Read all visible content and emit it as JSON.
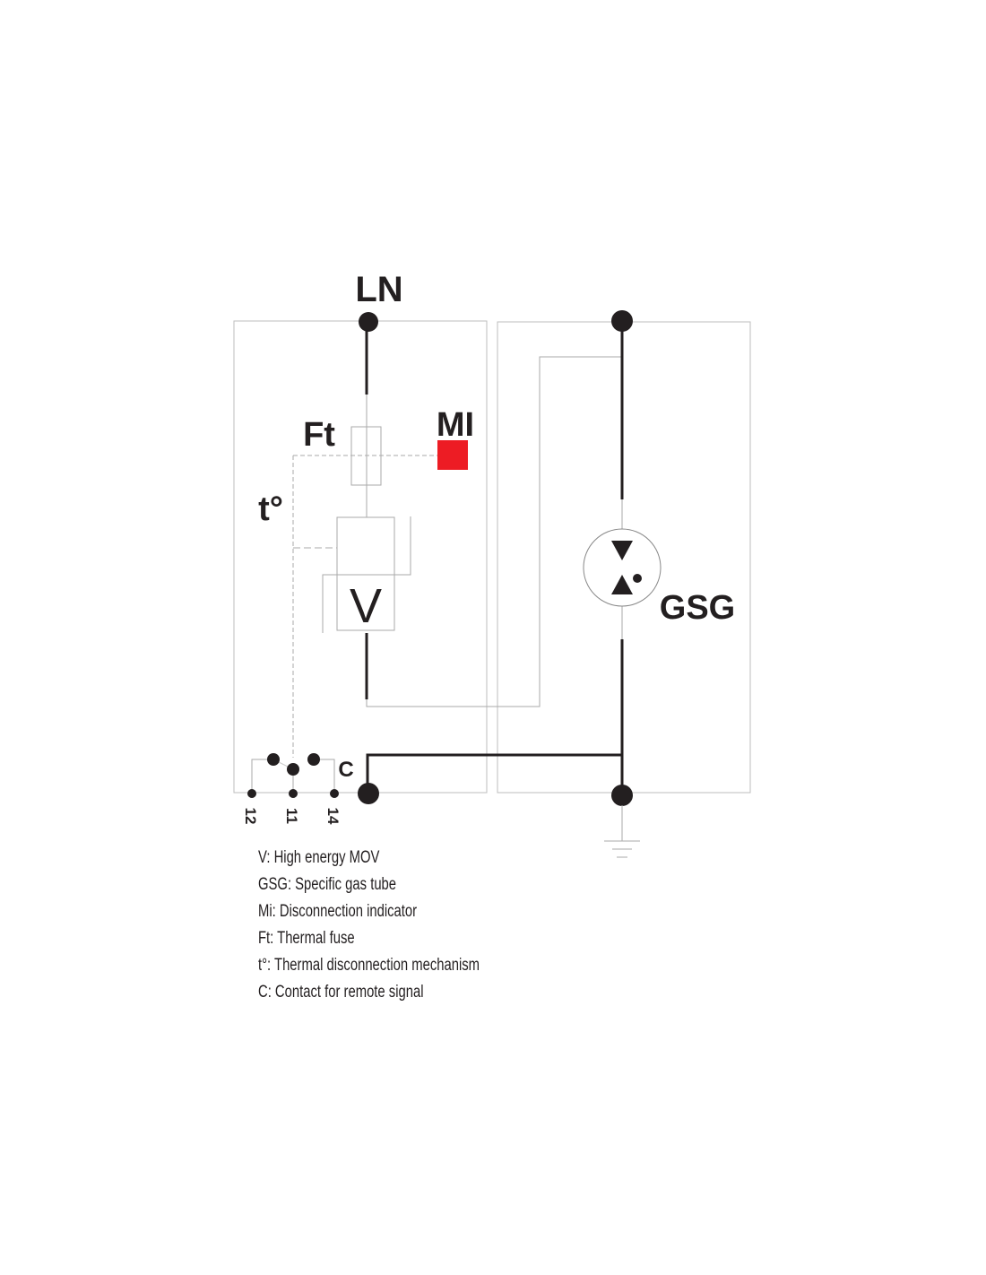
{
  "labels": {
    "ln": "LN",
    "ft": "Ft",
    "mi": "MI",
    "t": "t°",
    "v": "V",
    "gsg": "GSG",
    "c": "C",
    "terminal_12": "12",
    "terminal_11": "11",
    "terminal_14": "14"
  },
  "legend": [
    "V: High energy MOV",
    "GSG: Specific gas tube",
    "Mi: Disconnection indicator",
    "Ft: Thermal fuse",
    "t°: Thermal disconnection mechanism",
    "C: Contact for remote signal"
  ],
  "colors": {
    "indicator": "#ed1c24",
    "line": "#231f20",
    "thin": "#b3b3b3"
  }
}
